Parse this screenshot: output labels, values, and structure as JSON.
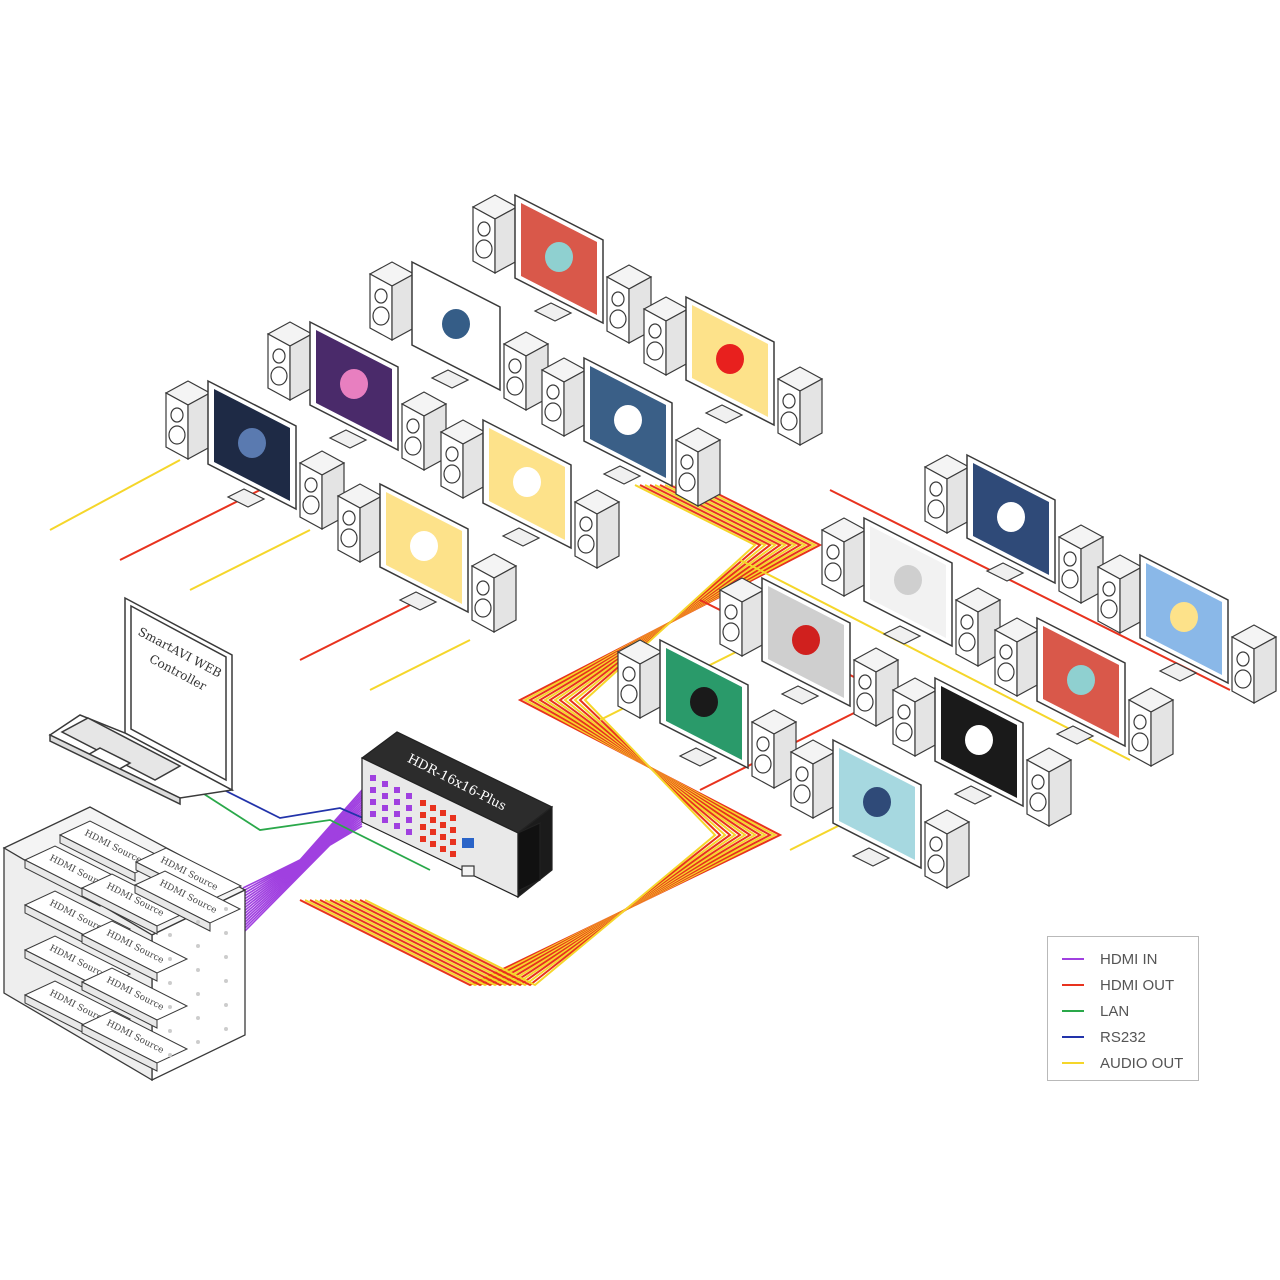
{
  "device": {
    "model_label": "HDR-16x16-Plus"
  },
  "laptop": {
    "screen_line1": "SmartAVI WEB",
    "screen_line2": "Controller"
  },
  "source_rack": {
    "unit_label": "HDMI Source"
  },
  "legend": {
    "items": [
      {
        "label": "HDMI IN",
        "color": "#a040e0"
      },
      {
        "label": "HDMI OUT",
        "color": "#e8321e"
      },
      {
        "label": "LAN",
        "color": "#2aa84a"
      },
      {
        "label": "RS232",
        "color": "#2233aa"
      },
      {
        "label": "AUDIO OUT",
        "color": "#f5d62a"
      }
    ]
  },
  "colors": {
    "hdmi_in": "#a040e0",
    "hdmi_out": "#e8321e",
    "lan": "#2aa84a",
    "rs232": "#2233aa",
    "audio_out": "#f5d62a",
    "outline": "#3a3a3a"
  },
  "displays": [
    {
      "id": 1,
      "screen": "mountains-red"
    },
    {
      "id": 2,
      "screen": "bricks-blue-on-white"
    },
    {
      "id": 3,
      "screen": "red-dot-on-yellow"
    },
    {
      "id": 4,
      "screen": "purple-sunset"
    },
    {
      "id": 5,
      "screen": "gears-blue"
    },
    {
      "id": 6,
      "screen": "dark-dashboard"
    },
    {
      "id": 7,
      "screen": "three-dots-yellow"
    },
    {
      "id": 8,
      "screen": "bricks-yellow"
    },
    {
      "id": 9,
      "screen": "webpage-navy"
    },
    {
      "id": 10,
      "screen": "bricks-grey"
    },
    {
      "id": 11,
      "screen": "sunrise-lightblue"
    },
    {
      "id": 12,
      "screen": "play-button-red"
    },
    {
      "id": 13,
      "screen": "mountains-red-2"
    },
    {
      "id": 14,
      "screen": "green-dashboard"
    },
    {
      "id": 15,
      "screen": "bricks-on-black"
    },
    {
      "id": 16,
      "screen": "webpage-teal"
    }
  ]
}
